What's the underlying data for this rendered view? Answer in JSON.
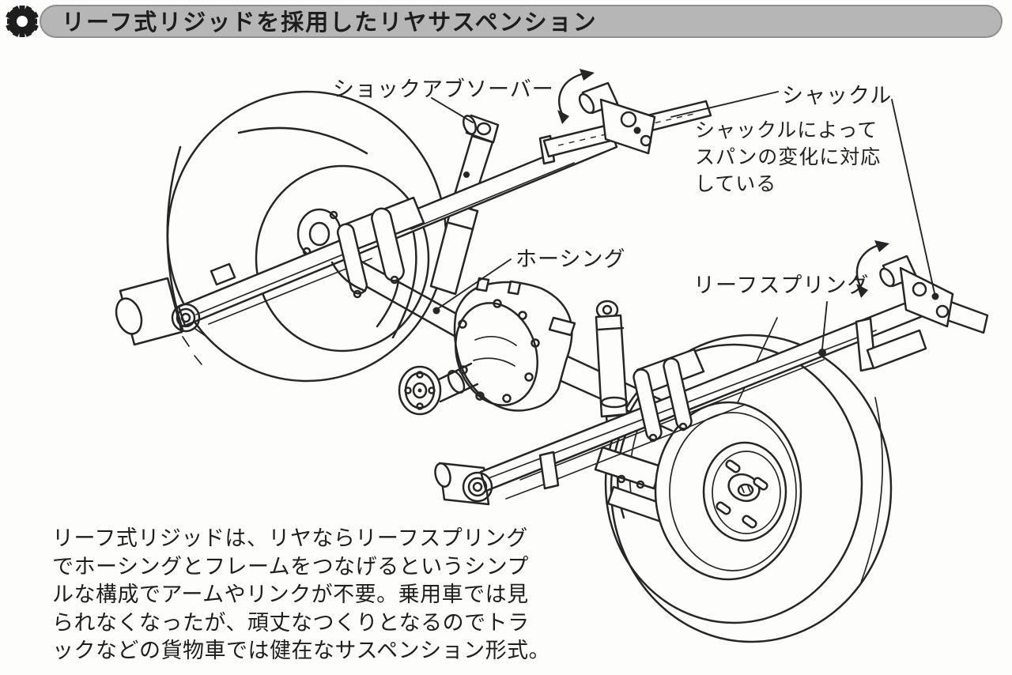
{
  "header": {
    "title": "リーフ式リジッドを採用したリヤサスペンション",
    "icon": "gear-icon"
  },
  "diagram": {
    "labels": {
      "shock_absorber": "ショックアブソーバー",
      "shackle": "シャックル",
      "housing": "ホーシング",
      "leaf_spring": "リーフスプリング"
    },
    "shackle_note": {
      "lines": [
        "シャックルによって",
        "スパンの変化に対応",
        "している"
      ]
    },
    "parts": [
      "left-wheel",
      "right-wheel",
      "axle-housing",
      "differential",
      "leaf-spring-front",
      "leaf-spring-rear",
      "shock-absorber-front",
      "shock-absorber-rear",
      "shackle-front",
      "shackle-rear",
      "u-bolt-clamp",
      "frame-rail",
      "motion-arrows"
    ]
  },
  "caption": {
    "lines": [
      "リーフ式リジッドは、リヤならリーフスプリング",
      "でホーシングとフレームをつなげるというシンプ",
      "ルな構成でアームやリンクが不要。乗用車では見",
      "られなくなったが、頑丈なつくりとなるのでトラ",
      "ックなどの貨物車では健在なサスペンション形式。"
    ]
  },
  "colors": {
    "background": "#fdfdfc",
    "header_bar": "#b6b6b6",
    "header_bar_edge": "#8f8f8f",
    "ink": "#262626"
  }
}
